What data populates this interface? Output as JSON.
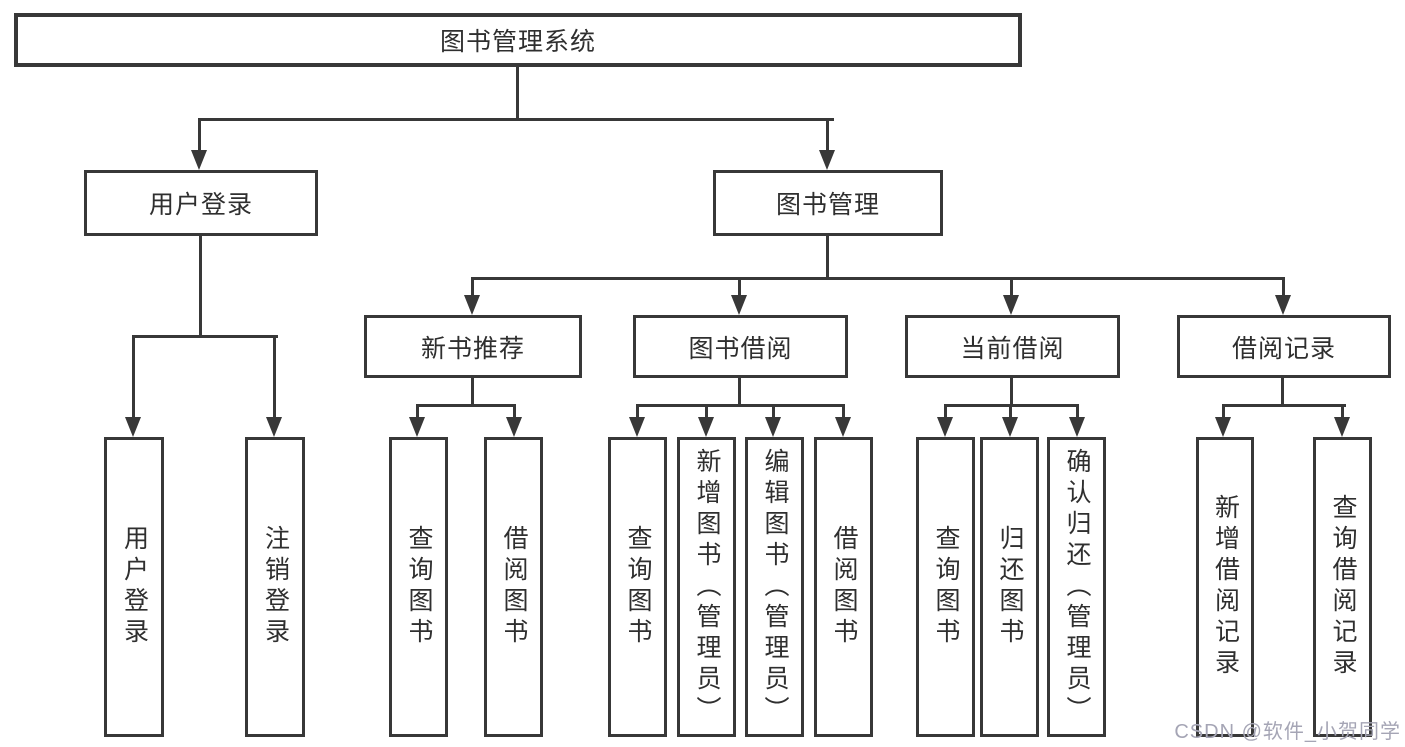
{
  "root": {
    "label": "图书管理系统"
  },
  "branches": [
    {
      "label": "用户登录",
      "leaves": [
        "用户登录",
        "注销登录"
      ]
    },
    {
      "label": "图书管理",
      "modules": [
        {
          "label": "新书推荐",
          "leaves": [
            "查询图书",
            "借阅图书"
          ]
        },
        {
          "label": "图书借阅",
          "leaves": [
            "查询图书",
            "新增图书（管理员）",
            "编辑图书（管理员）",
            "借阅图书"
          ]
        },
        {
          "label": "当前借阅",
          "leaves": [
            "查询图书",
            "归还图书",
            "确认归还（管理员）"
          ]
        },
        {
          "label": "借阅记录",
          "leaves": [
            "新增借阅记录",
            "查询借阅记录"
          ]
        }
      ]
    }
  ],
  "watermark": {
    "text": "CSDN @软件_小贺同学"
  },
  "colors": {
    "line": "#383838",
    "text": "#2f2f2f",
    "background": "#ffffff",
    "watermark": "#a5a5b5"
  }
}
